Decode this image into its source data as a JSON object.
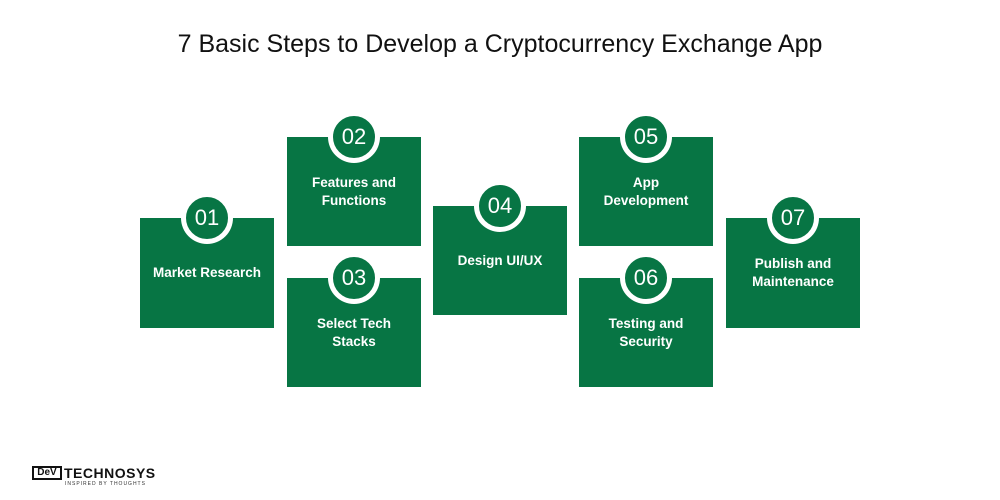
{
  "title": "7 Basic Steps to Develop a Cryptocurrency Exchange App",
  "steps": [
    {
      "number": "01",
      "label": "Market Research"
    },
    {
      "number": "02",
      "label": "Features and\nFunctions"
    },
    {
      "number": "03",
      "label": "Select Tech\nStacks"
    },
    {
      "number": "04",
      "label": "Design UI/UX"
    },
    {
      "number": "05",
      "label": "App\nDevelopment"
    },
    {
      "number": "06",
      "label": "Testing and\nSecurity"
    },
    {
      "number": "07",
      "label": "Publish and\nMaintenance"
    }
  ],
  "logo": {
    "mark": "DeV",
    "name": "TECHNOSYS",
    "tagline": "INSPIRED BY THOUGHTS"
  },
  "colors": {
    "box": "#077544",
    "text": "#ffffff"
  }
}
